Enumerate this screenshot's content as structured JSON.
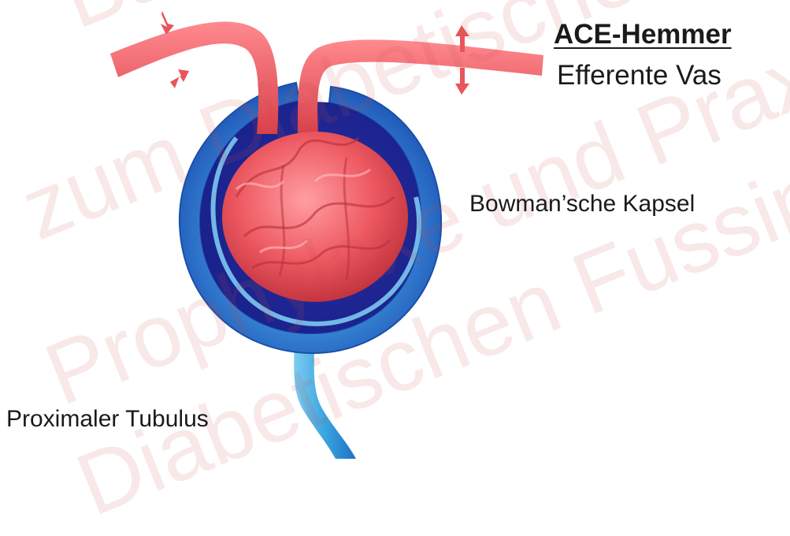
{
  "title": "ACE-Hemmer",
  "subtitle": "Efferente  Vas",
  "labels": {
    "bowman_capsule": "Bowman’sche Kapsel",
    "proximal_tubule": "Proximaler Tubulus"
  },
  "watermark": {
    "line1": "Bal",
    "line2": "zum Diabetische",
    "line3": "Prophylaxe und Praxis",
    "line4": "Diabetischen Fussinfekte"
  },
  "colors": {
    "vessel": "#e8555a",
    "capsule_outer": "#2f7fd0",
    "capsule_inner": "#1f2f9a",
    "tubule": "#3aa6e0"
  }
}
